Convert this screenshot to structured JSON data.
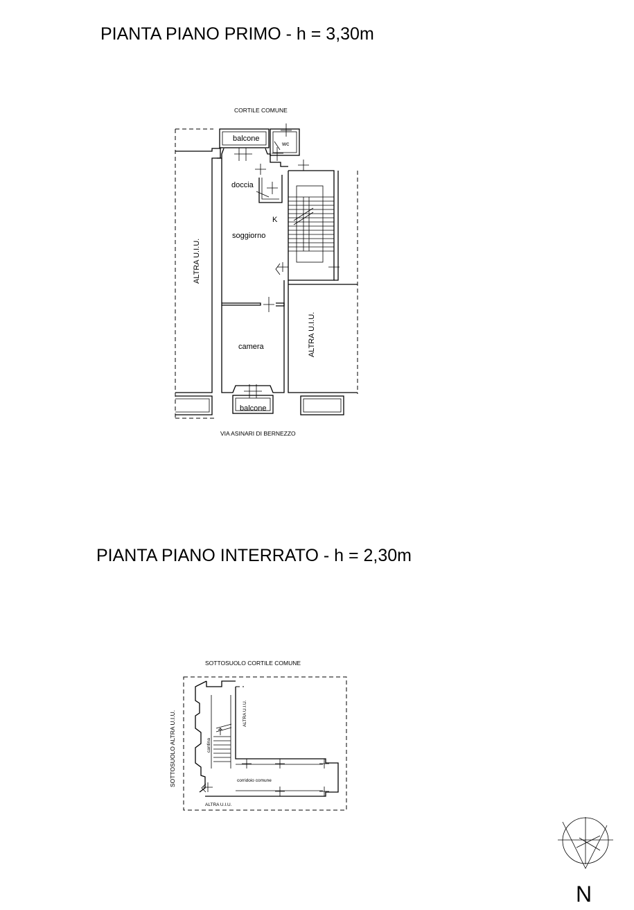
{
  "first_floor": {
    "title": "PIANTA PIANO PRIMO - h = 3,30m",
    "courtyard": "CORTILE COMUNE",
    "street": "VIA ASINARI DI BERNEZZO",
    "balcony_top": "balcone",
    "wc": "wc",
    "shower": "doccia",
    "kitchen_mark": "K",
    "living": "soggiorno",
    "bedroom": "camera",
    "balcony_bottom": "balcone",
    "other_unit_left": "ALTRA U.I.U.",
    "other_unit_right": "ALTRA U.I.U."
  },
  "basement": {
    "title": "PIANTA PIANO INTERRATO - h = 2,30m",
    "courtyard": "SOTTOSUOLO CORTILE COMUNE",
    "other_left": "SOTTOSUOLO ALTRA U.I.U.",
    "other_top": "ALTRA U.I.U.",
    "other_bottom": "ALTRA U.I.U.",
    "cellar": "cantina",
    "corridor": "corridoio comune"
  },
  "north": {
    "label": "N"
  }
}
